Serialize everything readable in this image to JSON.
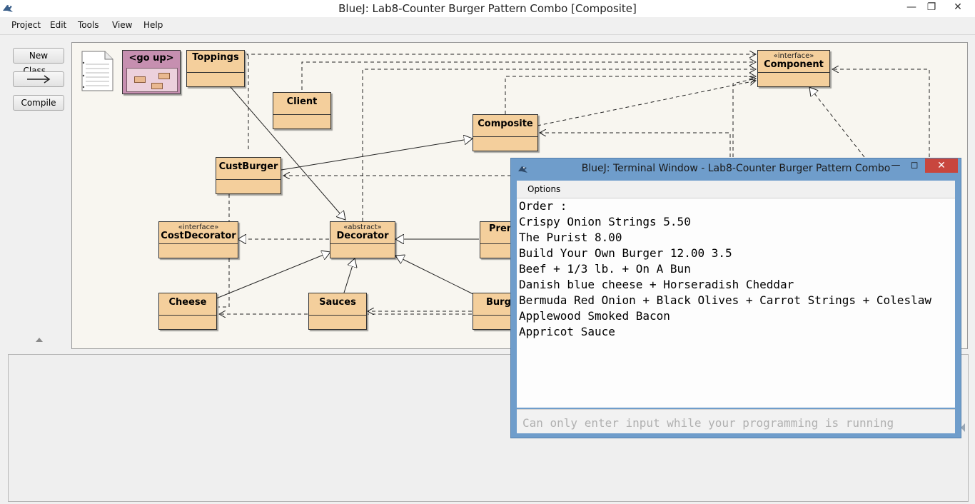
{
  "window": {
    "title": "BlueJ:  Lab8-Counter Burger Pattern Combo  [Composite]"
  },
  "menu": [
    "Project",
    "Edit",
    "Tools",
    "View",
    "Help"
  ],
  "toolbar": {
    "new_class": "New Class...",
    "compile": "Compile"
  },
  "package": {
    "go_up": "<go up>"
  },
  "classes": {
    "toppings": {
      "name": "Toppings"
    },
    "client": {
      "name": "Client"
    },
    "component": {
      "stereotype": "«interface»",
      "name": "Component"
    },
    "composite": {
      "name": "Composite"
    },
    "custburger": {
      "name": "CustBurger"
    },
    "costdecorator": {
      "stereotype": "«interface»",
      "name": "CostDecorator"
    },
    "decorator": {
      "stereotype": "«abstract»",
      "name": "Decorator"
    },
    "premium": {
      "name": "Prem"
    },
    "cheese": {
      "name": "Cheese"
    },
    "sauces": {
      "name": "Sauces"
    },
    "burger": {
      "name": "Burge"
    }
  },
  "terminal": {
    "title": "BlueJ: Terminal Window - Lab8-Counter Burger Pattern Combo",
    "options": "Options",
    "lines": [
      "Order :",
      "Crispy Onion Strings 5.50",
      "The Purist 8.00",
      "Build Your Own Burger 12.00 3.5",
      "Beef + 1/3 lb. + On A Bun",
      "Danish blue cheese + Horseradish Cheddar",
      "Bermuda Red Onion + Black Olives + Carrot Strings + Coleslaw",
      "Applewood Smoked Bacon",
      "Appricot Sauce"
    ],
    "input_placeholder": "Can only enter input while your programming is running"
  }
}
